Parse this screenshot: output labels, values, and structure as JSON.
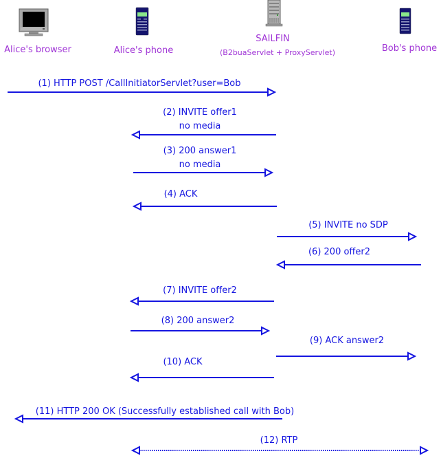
{
  "title": "SIP call setup via SAILFIN (B2BUA)",
  "colors": {
    "actor_label": "#a035d6",
    "message": "#1515e0"
  },
  "actors": [
    {
      "id": "browser",
      "label": "Alice's browser",
      "sublabel": "",
      "icon": "computer-monitor-icon"
    },
    {
      "id": "alice_phone",
      "label": "Alice's phone",
      "sublabel": "",
      "icon": "mobile-phone-icon"
    },
    {
      "id": "sailfin",
      "label": "SAILFIN",
      "sublabel": "(B2buaServlet + ProxyServlet)",
      "icon": "server-tower-icon"
    },
    {
      "id": "bob_phone",
      "label": "Bob's phone",
      "sublabel": "",
      "icon": "mobile-phone-icon"
    }
  ],
  "messages": [
    {
      "n": 1,
      "lines": [
        "(1) HTTP POST /CallInitiatorServlet?user=Bob"
      ],
      "from": "browser",
      "to": "sailfin",
      "style": "solid"
    },
    {
      "n": 2,
      "lines": [
        "(2) INVITE offer1",
        "no media"
      ],
      "from": "sailfin",
      "to": "alice_phone",
      "style": "solid"
    },
    {
      "n": 3,
      "lines": [
        "(3) 200 answer1",
        "no media"
      ],
      "from": "alice_phone",
      "to": "sailfin",
      "style": "solid"
    },
    {
      "n": 4,
      "lines": [
        "(4) ACK"
      ],
      "from": "sailfin",
      "to": "alice_phone",
      "style": "solid"
    },
    {
      "n": 5,
      "lines": [
        "(5) INVITE no SDP"
      ],
      "from": "sailfin",
      "to": "bob_phone",
      "style": "solid"
    },
    {
      "n": 6,
      "lines": [
        "(6) 200 offer2"
      ],
      "from": "bob_phone",
      "to": "sailfin",
      "style": "solid"
    },
    {
      "n": 7,
      "lines": [
        "(7) INVITE offer2"
      ],
      "from": "sailfin",
      "to": "alice_phone",
      "style": "solid"
    },
    {
      "n": 8,
      "lines": [
        "(8) 200 answer2"
      ],
      "from": "alice_phone",
      "to": "sailfin",
      "style": "solid"
    },
    {
      "n": 9,
      "lines": [
        "(9) ACK answer2"
      ],
      "from": "sailfin",
      "to": "bob_phone",
      "style": "solid"
    },
    {
      "n": 10,
      "lines": [
        "(10) ACK"
      ],
      "from": "sailfin",
      "to": "alice_phone",
      "style": "solid"
    },
    {
      "n": 11,
      "lines": [
        "(11) HTTP 200 OK (Successfully established call with Bob)"
      ],
      "from": "sailfin",
      "to": "browser",
      "style": "solid"
    },
    {
      "n": 12,
      "lines": [
        "(12) RTP"
      ],
      "from": "alice_phone",
      "to": "bob_phone",
      "style": "dotted-bidirectional"
    }
  ]
}
